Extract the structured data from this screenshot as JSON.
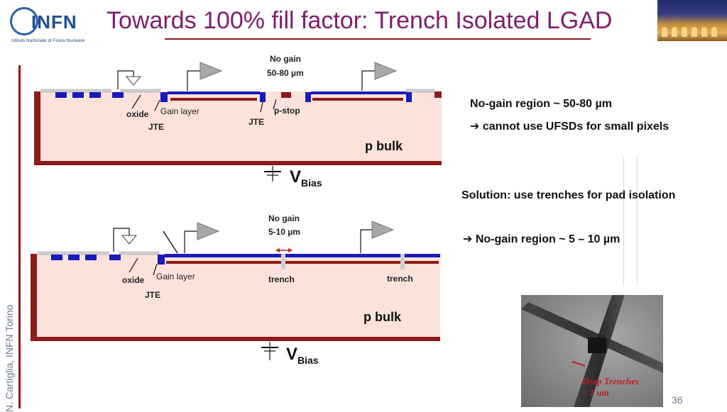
{
  "header": {
    "logo_brand": "INFN",
    "logo_subtitle": "Istituto Nazionale di Fisica Nucleare",
    "title": "Towards 100% fill factor: Trench Isolated LGAD"
  },
  "sidebar": {
    "author": "N. Cartiglia, INFN Torino"
  },
  "diagram_top": {
    "no_gain_label": "No gain",
    "no_gain_value": "50-80 µm",
    "oxide": "oxide",
    "gain_layer": "Gain layer",
    "jte_left": "JTE",
    "jte_mid": "JTE",
    "pstop": "p-stop",
    "bulk": "p bulk",
    "vbias_main": "V",
    "vbias_sub": "Bias"
  },
  "diagram_bottom": {
    "no_gain_label": "No gain",
    "no_gain_value": "5-10 µm",
    "oxide": "oxide",
    "gain_layer": "Gain layer",
    "jte_left": "JTE",
    "trench_1": "trench",
    "trench_2": "trench",
    "bulk": "p bulk",
    "vbias_main": "V",
    "vbias_sub": "Bias"
  },
  "notes": {
    "line1": "No-gain region ~ 50-80 µm",
    "line2": "➔ cannot use UFSDs for small pixels",
    "line3": "Solution: use trenches for pad isolation",
    "line4": "➔ No-gain region ~ 5 – 10 µm"
  },
  "sem": {
    "caption_line1": "Deep Trenches",
    "caption_line2": "< 1 um"
  },
  "footer": {
    "page_number": "36"
  },
  "colors": {
    "title": "#7f1d6e",
    "accent_red": "#8b1a1a",
    "gain_blue": "#1a1ab8",
    "bulk": "#fbe3dc"
  }
}
